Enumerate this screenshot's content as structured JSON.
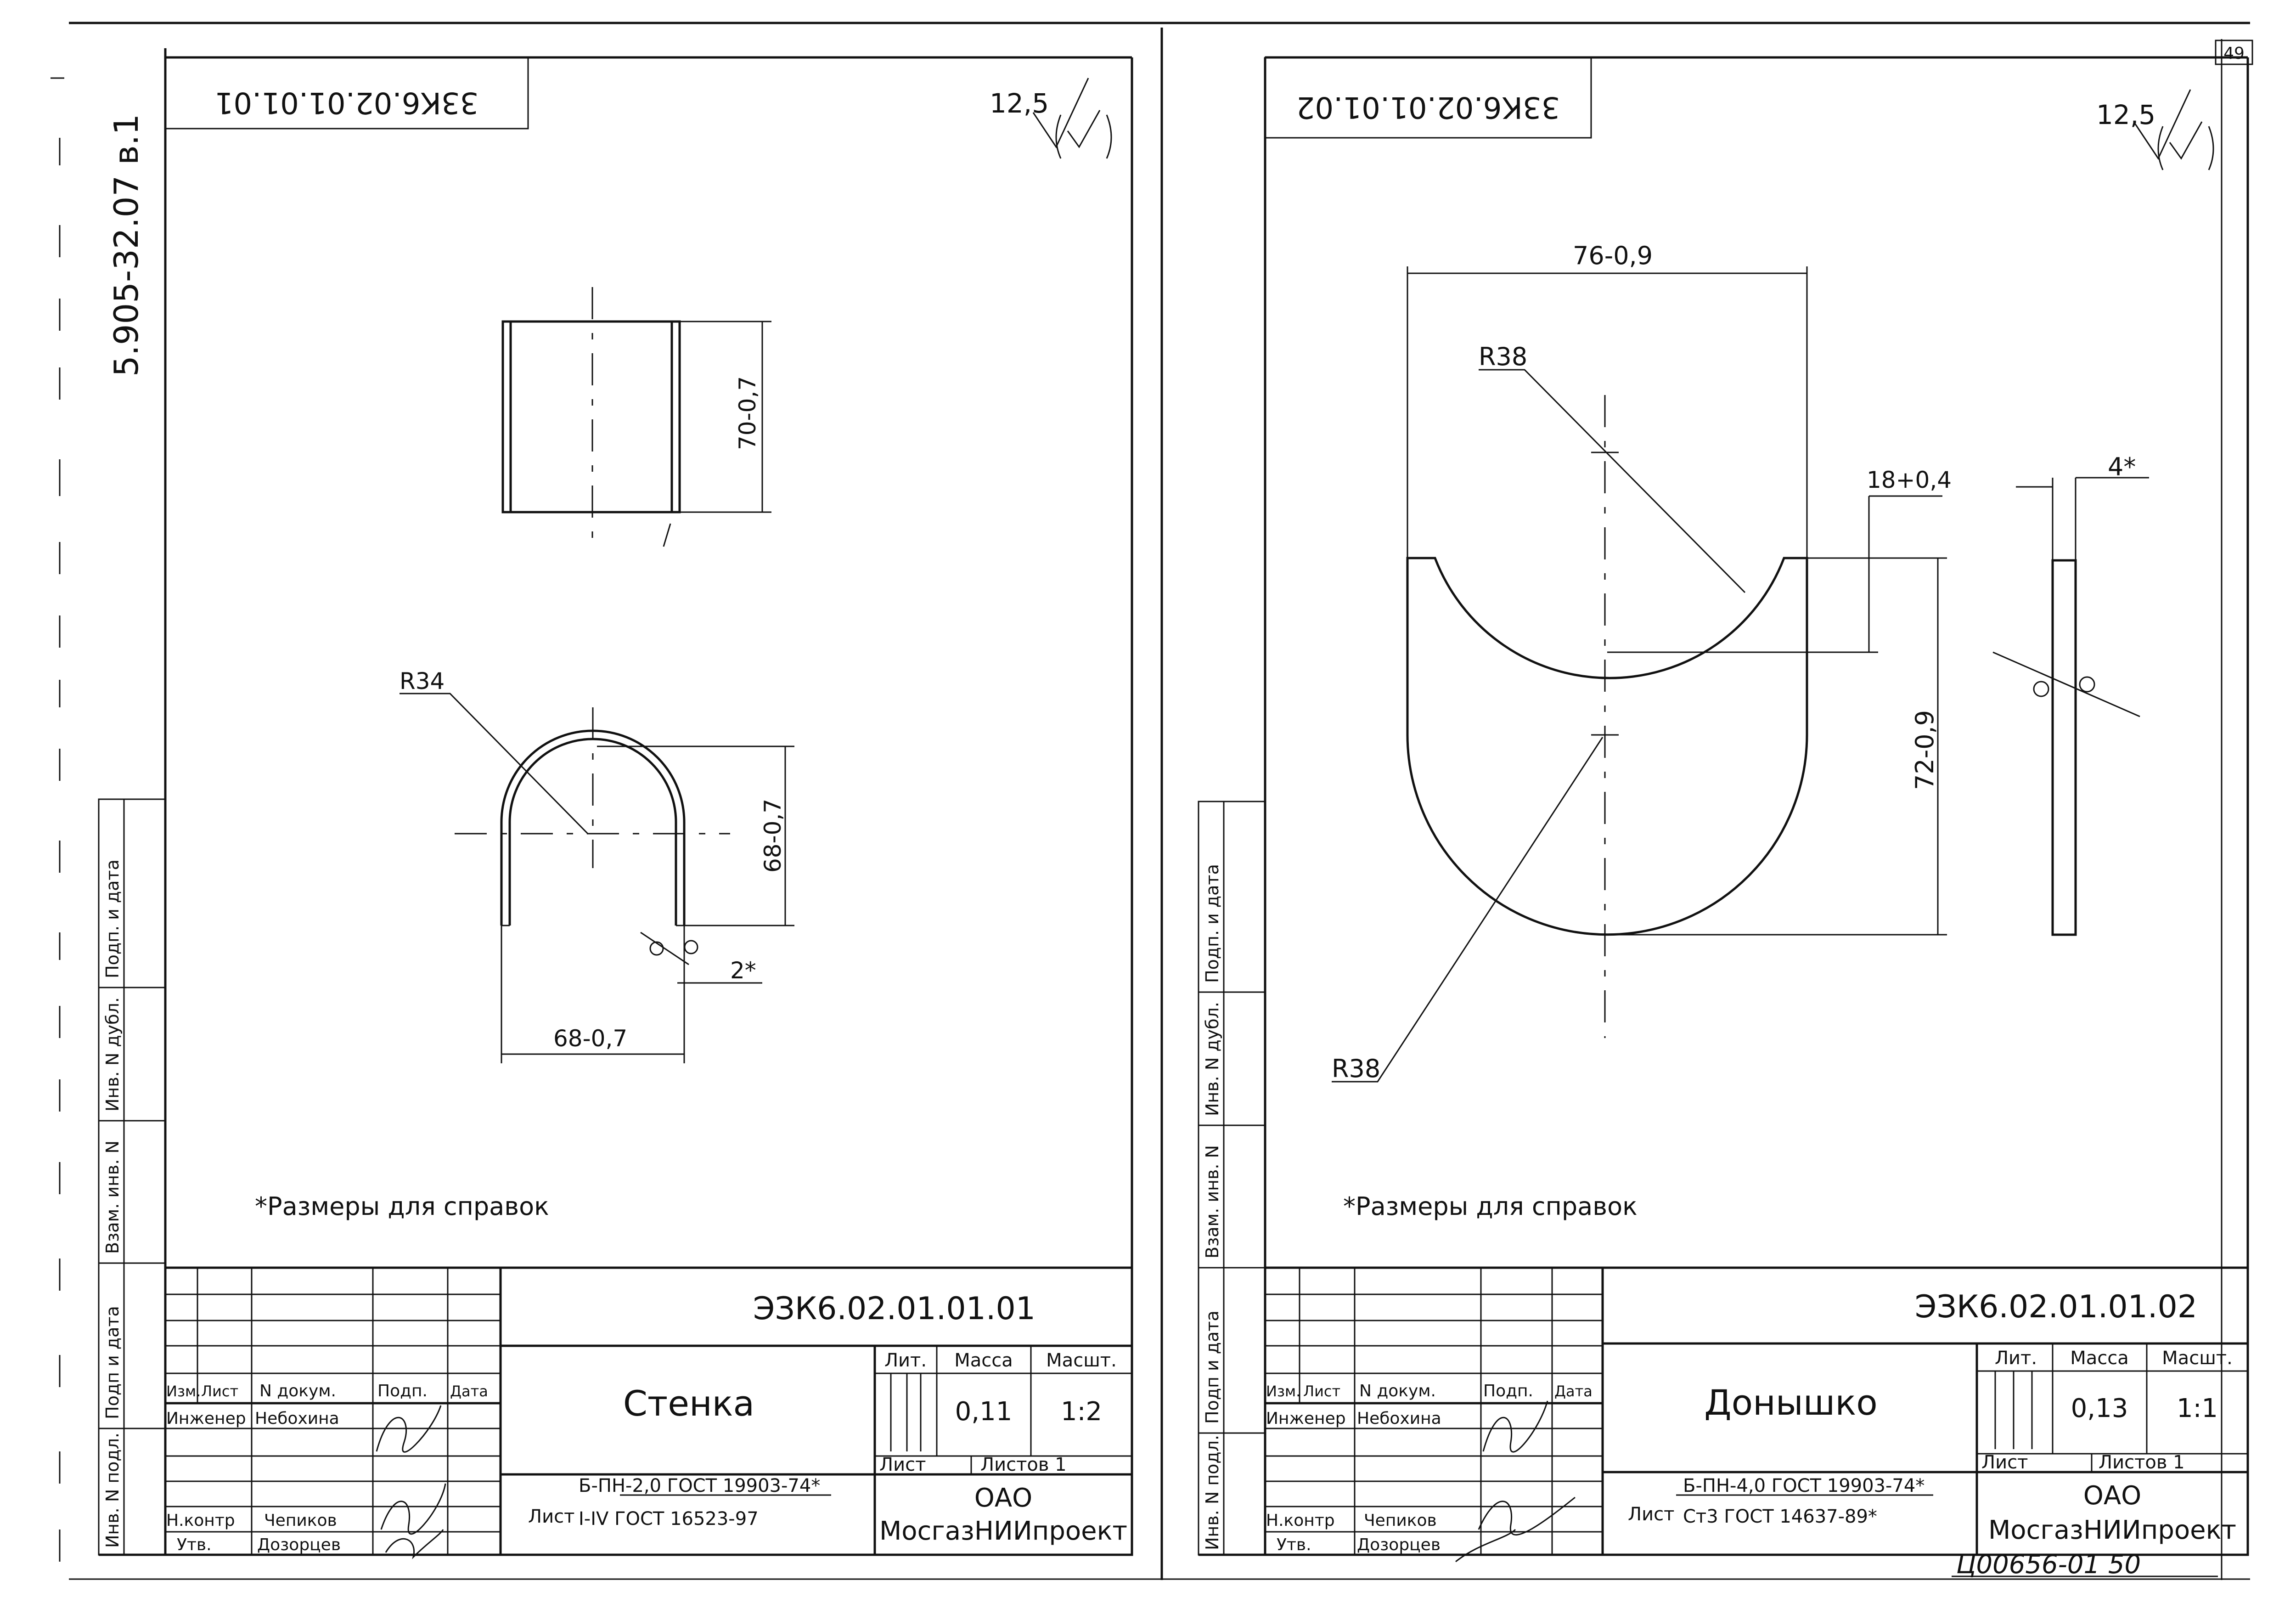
{
  "page_number": "49",
  "album_code": "5.905-32.07 в.1",
  "side_labels": [
    "Подп. и дата",
    "Инв. N дубл.",
    "Взам. инв. N",
    "Подп и дата",
    "Инв. N подл."
  ],
  "bottom_note": "Ц00656-01 50",
  "sheets": [
    {
      "code_top": "33К6.02.01.01.01",
      "roughness": "12,5",
      "dims": {
        "height": "70-0,7",
        "side_height": "68-0,7",
        "width": "68-0,7",
        "thickness": "2*",
        "radius": "R34"
      },
      "note": "*Размеры для справок",
      "stamp": {
        "code": "ЭЗК6.02.01.01.01",
        "title": "Стенка",
        "heads": {
          "izm": "Изм.",
          "list": "Лист",
          "ndoc": "N докум.",
          "podp": "Подп.",
          "data": "Дата",
          "lit": "Лит.",
          "massa": "Масса",
          "masht": "Масшт."
        },
        "roles": [
          "Инженер",
          "Н.контр",
          "Утв."
        ],
        "names": [
          "Небохина",
          "Чепиков",
          "Дозорцев"
        ],
        "massa": "0,11",
        "scale": "1:2",
        "list_label": "Лист",
        "listov": "Листов 1",
        "material_prefix": "Лист",
        "material_top": "Б-ПН-2,0 ГОСТ 19903-74*",
        "material_bottom": "I-IV ГОСТ 16523-97",
        "org_1": "ОАО",
        "org_2": "МосгазНИИпроект"
      }
    },
    {
      "code_top": "33К6.02.01.01.02",
      "roughness": "12,5",
      "dims": {
        "width": "76-0,9",
        "radius_top": "R38",
        "radius_bottom": "R38",
        "notch": "18+0,4",
        "height": "72-0,9",
        "thickness": "4*"
      },
      "note": "*Размеры для справок",
      "stamp": {
        "code": "ЭЗК6.02.01.01.02",
        "title": "Донышко",
        "heads": {
          "izm": "Изм.",
          "list": "Лист",
          "ndoc": "N докум.",
          "podp": "Подп.",
          "data": "Дата",
          "lit": "Лит.",
          "massa": "Масса",
          "masht": "Масшт."
        },
        "roles": [
          "Инженер",
          "Н.контр",
          "Утв."
        ],
        "names": [
          "Небохина",
          "Чепиков",
          "Дозорцев"
        ],
        "massa": "0,13",
        "scale": "1:1",
        "list_label": "Лист",
        "listov": "Листов 1",
        "material_prefix": "Лист",
        "material_top": "Б-ПН-4,0 ГОСТ 19903-74*",
        "material_bottom": "Ст3 ГОСТ 14637-89*",
        "org_1": "ОАО",
        "org_2": "МосгазНИИпроект"
      }
    }
  ]
}
